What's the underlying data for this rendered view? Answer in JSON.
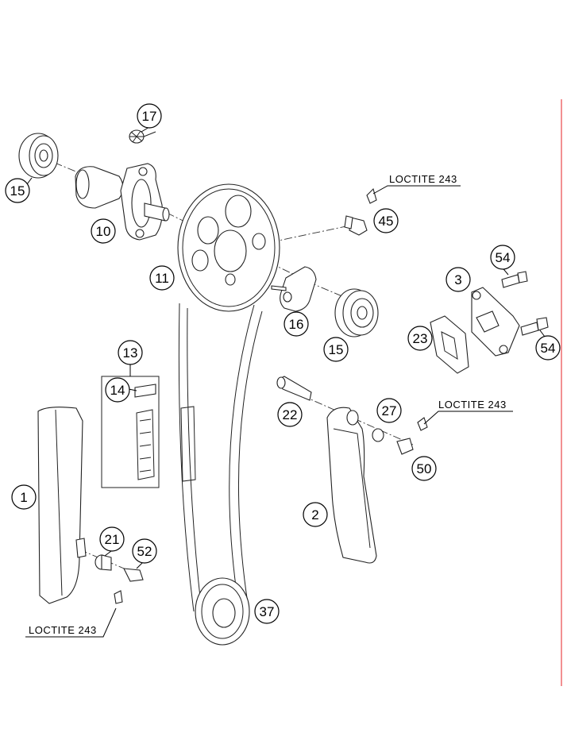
{
  "callouts": [
    {
      "id": "17",
      "label": "17"
    },
    {
      "id": "15a",
      "label": "15"
    },
    {
      "id": "10",
      "label": "10"
    },
    {
      "id": "11",
      "label": "11"
    },
    {
      "id": "45",
      "label": "45"
    },
    {
      "id": "16",
      "label": "16"
    },
    {
      "id": "15b",
      "label": "15"
    },
    {
      "id": "54a",
      "label": "54"
    },
    {
      "id": "3",
      "label": "3"
    },
    {
      "id": "23",
      "label": "23"
    },
    {
      "id": "54b",
      "label": "54"
    },
    {
      "id": "13",
      "label": "13"
    },
    {
      "id": "14",
      "label": "14"
    },
    {
      "id": "22",
      "label": "22"
    },
    {
      "id": "27",
      "label": "27"
    },
    {
      "id": "50",
      "label": "50"
    },
    {
      "id": "1",
      "label": "1"
    },
    {
      "id": "2",
      "label": "2"
    },
    {
      "id": "21",
      "label": "21"
    },
    {
      "id": "52",
      "label": "52"
    },
    {
      "id": "37",
      "label": "37"
    }
  ],
  "notes": [
    {
      "id": "loctite-top",
      "text": "LOCTITE 243"
    },
    {
      "id": "loctite-mid",
      "text": "LOCTITE 243"
    },
    {
      "id": "loctite-bottom",
      "text": "LOCTITE 243"
    }
  ],
  "colors": {
    "margin_line": "#e8454a",
    "ink": "#222222"
  }
}
